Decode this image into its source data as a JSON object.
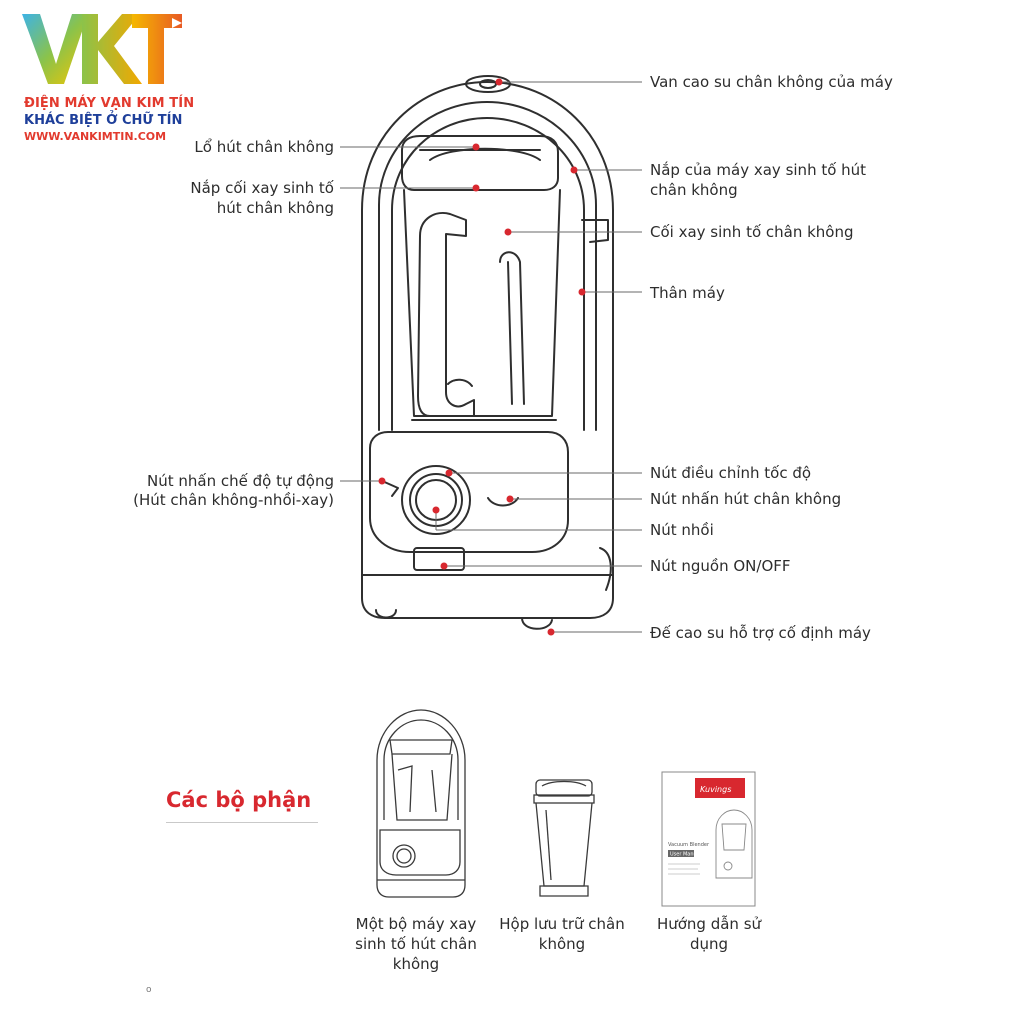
{
  "logo": {
    "mark": "VKT",
    "line1": "ĐIỆN MÁY VẠN KIM TÍN",
    "line2": "KHÁC BIỆT Ở CHỮ TÍN",
    "line3": "WWW.VANKIMTIN.COM"
  },
  "labels": {
    "van_cao_su": "Van cao su chân không của máy",
    "lo_hut": "Lổ hút chân không",
    "nap_coi_1": "Nắp cối xay sinh tố",
    "nap_coi_2": "hút chân không",
    "nap_may_1": "Nắp của máy xay sinh tố hút",
    "nap_may_2": "chân không",
    "coi_xay": "Cối xay sinh tố chân không",
    "than_may": "Thân máy",
    "nut_tu_dong_1": "Nút nhấn chế độ tự động",
    "nut_tu_dong_2": "(Hút chân không-nhồi-xay)",
    "nut_toc_do": "Nút điều chỉnh tốc độ",
    "nut_hut": "Nút nhấn hút chân không",
    "nut_nhoi": "Nút nhồi",
    "nut_nguon": "Nút nguồn ON/OFF",
    "de_cao_su": "Đế cao su hỗ trợ cố định máy"
  },
  "components": {
    "title": "Các bộ phận",
    "item1": [
      "Một bộ máy xay",
      "sinh tố hút chân",
      "không"
    ],
    "item2": [
      "Hộp lưu trữ chân",
      "không"
    ],
    "item3": [
      "Hướng dẫn sử",
      "dụng"
    ],
    "manual_brand": "Kuvings",
    "manual_title": "Vacuum Blender",
    "manual_sub": "User Manual"
  },
  "colors": {
    "callout": "#d8282f",
    "line": "#3a3a3a",
    "title_red": "#d8282f",
    "logo_blue": "#1e3f9a",
    "logo_red": "#e23a2e"
  },
  "footer_mark": "o"
}
